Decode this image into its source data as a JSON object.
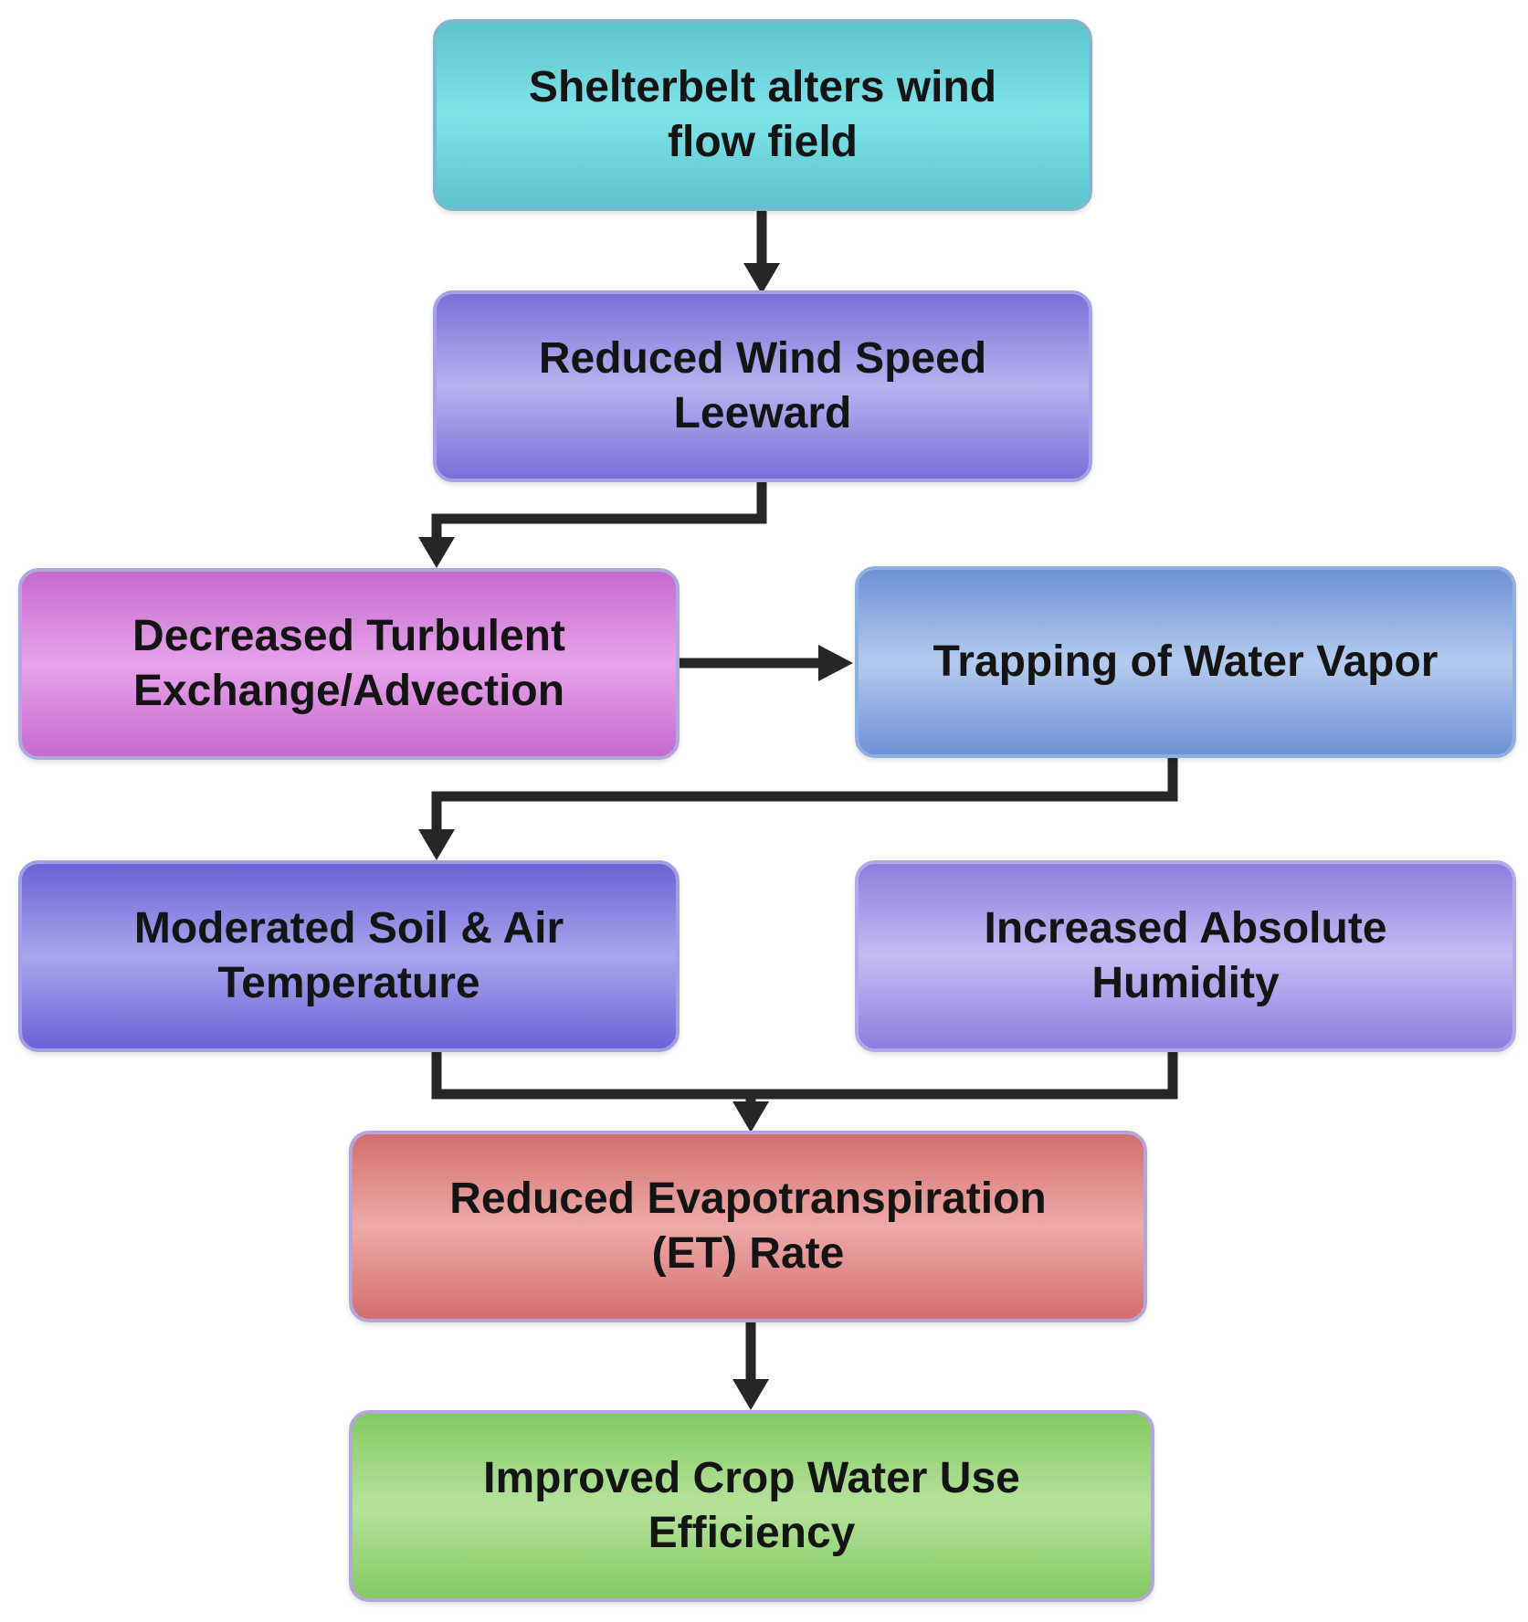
{
  "diagram": {
    "nodes": [
      {
        "id": "wind-flow",
        "lines": [
          "Shelterbelt alters wind",
          "flow field"
        ],
        "color": "#7fe4ea"
      },
      {
        "id": "wind-speed",
        "lines": [
          "Reduced Wind Speed",
          "Leeward"
        ],
        "color": "#b8b2f0"
      },
      {
        "id": "turbulent",
        "lines": [
          "Decreased Turbulent",
          "Exchange/Advection"
        ],
        "color": "#e7a3ea"
      },
      {
        "id": "water-vapor",
        "lines": [
          "Trapping of Water Vapor"
        ],
        "color": "#b3cbee"
      },
      {
        "id": "temperature",
        "lines": [
          "Moderated Soil & Air",
          "Temperature"
        ],
        "color": "#aaa5ee"
      },
      {
        "id": "humidity",
        "lines": [
          "Increased Absolute",
          "Humidity"
        ],
        "color": "#c6bcf2"
      },
      {
        "id": "et-rate",
        "lines": [
          "Reduced Evapotranspiration",
          "(ET) Rate"
        ],
        "color": "#eeaaaa"
      },
      {
        "id": "wue",
        "lines": [
          "Improved Crop Water Use",
          "Efficiency"
        ],
        "color": "#b6e39c"
      }
    ],
    "edges": [
      {
        "from": "wind-flow",
        "to": "wind-speed"
      },
      {
        "from": "wind-speed",
        "to": "turbulent"
      },
      {
        "from": "turbulent",
        "to": "water-vapor"
      },
      {
        "from": "water-vapor",
        "to": "temperature"
      },
      {
        "from": "temperature",
        "to": "et-rate"
      },
      {
        "from": "humidity",
        "to": "et-rate"
      },
      {
        "from": "et-rate",
        "to": "wue"
      }
    ],
    "arrow_color": "#262626"
  }
}
